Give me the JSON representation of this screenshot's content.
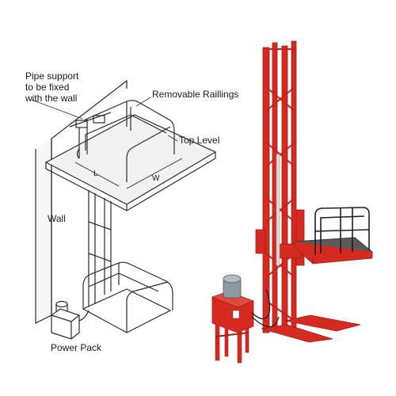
{
  "labels": {
    "pipe_support_line1": "Pipe support",
    "pipe_support_line2": "to be fixed",
    "pipe_support_line3": "with the wall",
    "removable_railings": "Removable Raillings",
    "top_level": "Top Level",
    "wall": "Wall",
    "power_pack": "Power Pack",
    "dim_l": "L",
    "dim_w": "W"
  },
  "colors": {
    "line": "#2b2b2b",
    "wall_fill": "#f7f7f7",
    "platform_fill": "#f2f2f2",
    "lift_red": "#d42a20",
    "lift_red_dark": "#a81d16",
    "platform_grey": "#5a5a5a",
    "motor_grey": "#8e9aa4"
  }
}
